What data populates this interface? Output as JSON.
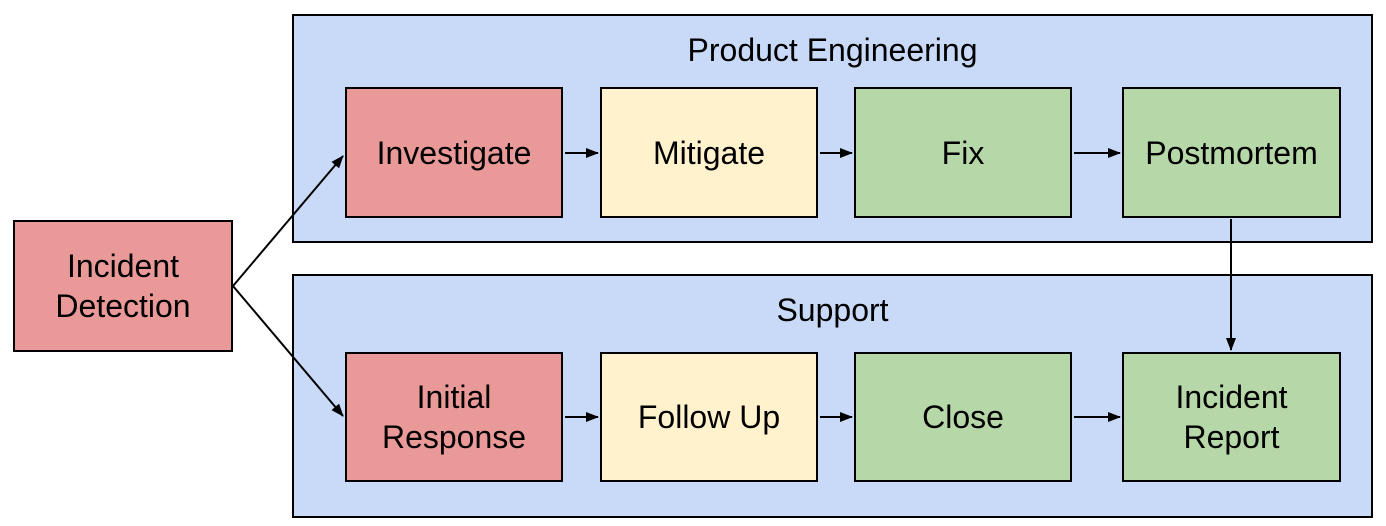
{
  "palette": {
    "background": "#FFFFFF",
    "lane_fill": "#C9DAF8",
    "stage_red": "#EA9999",
    "stage_yellow": "#FFF2CC",
    "stage_green": "#B6D7A8",
    "border": "#000000",
    "connector": "#000000",
    "text": "#000000"
  },
  "start": {
    "label": "Incident\nDetection",
    "color": "#EA9999"
  },
  "lanes": [
    {
      "title": "Product Engineering",
      "steps": [
        {
          "label": "Investigate",
          "color": "#EA9999"
        },
        {
          "label": "Mitigate",
          "color": "#FFF2CC"
        },
        {
          "label": "Fix",
          "color": "#B6D7A8"
        },
        {
          "label": "Postmortem",
          "color": "#B6D7A8"
        }
      ]
    },
    {
      "title": "Support",
      "steps": [
        {
          "label": "Initial\nResponse",
          "color": "#EA9999"
        },
        {
          "label": "Follow Up",
          "color": "#FFF2CC"
        },
        {
          "label": "Close",
          "color": "#B6D7A8"
        },
        {
          "label": "Incident\nReport",
          "color": "#B6D7A8"
        }
      ]
    }
  ],
  "connections": [
    {
      "from": "Incident Detection",
      "to": "Investigate"
    },
    {
      "from": "Incident Detection",
      "to": "Initial Response"
    },
    {
      "from": "Investigate",
      "to": "Mitigate"
    },
    {
      "from": "Mitigate",
      "to": "Fix"
    },
    {
      "from": "Fix",
      "to": "Postmortem"
    },
    {
      "from": "Postmortem",
      "to": "Incident Report"
    },
    {
      "from": "Initial Response",
      "to": "Follow Up"
    },
    {
      "from": "Follow Up",
      "to": "Close"
    },
    {
      "from": "Close",
      "to": "Incident Report"
    }
  ]
}
